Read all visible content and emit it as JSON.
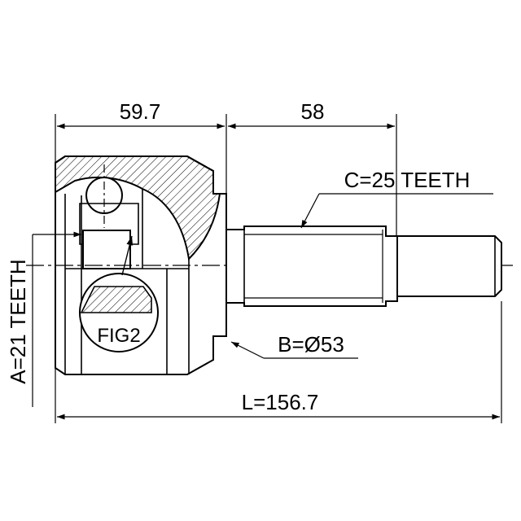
{
  "dimensions": {
    "joint_length": "59.7",
    "shaft_length": "58",
    "total_length": "L=156.7",
    "outer_teeth": "C=25 TEETH",
    "inner_teeth": "A=21 TEETH",
    "diameter": "B=Ø53"
  },
  "callouts": {
    "detail_label": "FIG2"
  },
  "colors": {
    "line": "#000000",
    "background": "#ffffff"
  }
}
